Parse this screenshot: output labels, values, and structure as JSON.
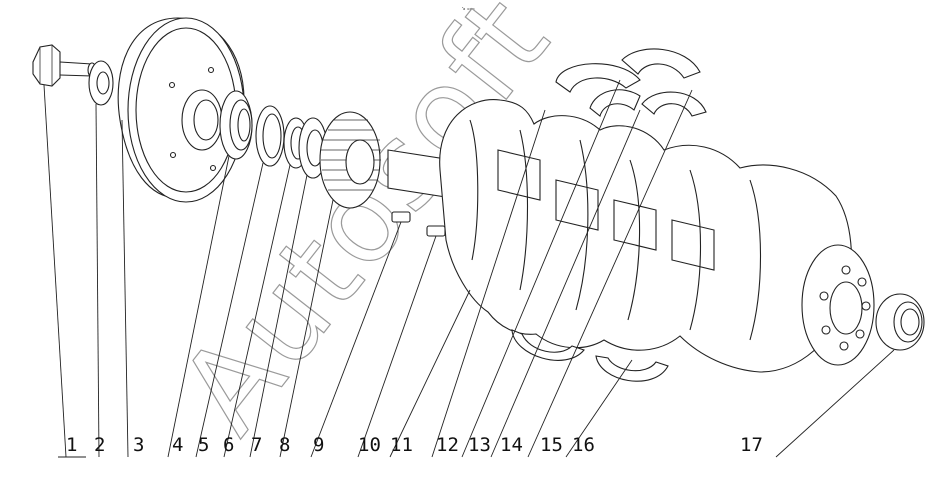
{
  "top_mark": "᠊ₐ ₒₒₒ",
  "watermark": "Autosoft",
  "callouts": [
    "1",
    "2",
    "3",
    "4",
    "5",
    "6",
    "7",
    "8",
    "9",
    "10",
    "11",
    "12",
    "13",
    "14",
    "15",
    "16",
    "17"
  ]
}
